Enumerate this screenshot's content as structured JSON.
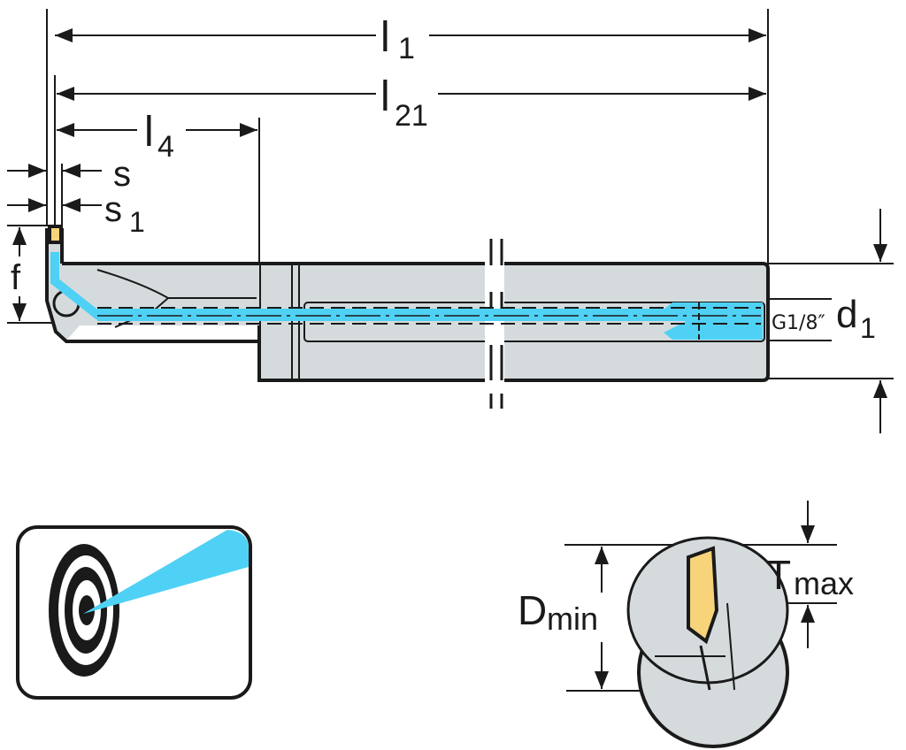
{
  "diagram": {
    "title": "Boring bar dimension drawing",
    "dimensions": {
      "l1": {
        "base": "l",
        "sub": "1"
      },
      "l21": {
        "base": "l",
        "sub": "21"
      },
      "l4": {
        "base": "l",
        "sub": "4"
      },
      "s": {
        "base": "s",
        "sub": ""
      },
      "s1": {
        "base": "s",
        "sub": "1"
      },
      "f": {
        "base": "f",
        "sub": ""
      },
      "d1": {
        "base": "d",
        "sub": "1"
      },
      "dmin": {
        "base": "D",
        "sub": "min"
      },
      "tmax": {
        "base": "T",
        "sub": "max"
      }
    },
    "coolant_thread": "G1/8″",
    "icons": {
      "coolant_target": "coolant-target-icon"
    },
    "colors": {
      "body": "#d5dbdd",
      "outline": "#1a1a1a",
      "coolant": "#4fd1f5",
      "insert": "#f7d37a"
    }
  }
}
